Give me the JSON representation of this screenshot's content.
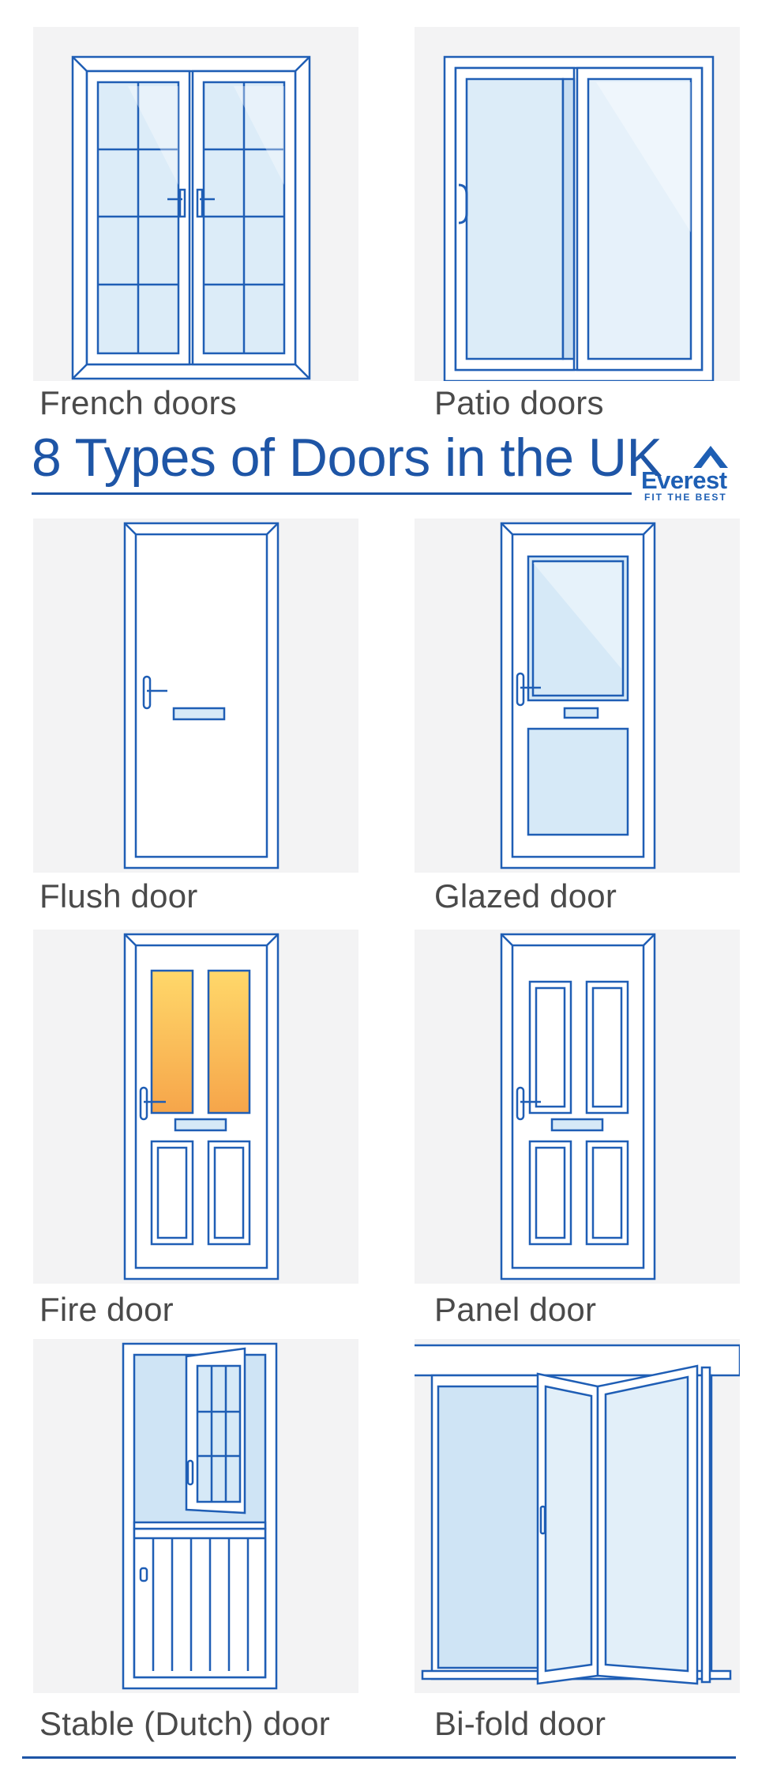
{
  "title": "8 Types of Doors in the UK",
  "logo": {
    "name": "Everest",
    "tagline": "FIT THE BEST",
    "icon": "mountain-peak-icon"
  },
  "colors": {
    "accent": "#1e55a6",
    "frame": "#1f5eb5",
    "glass": "#d6e9f7",
    "tile_bg": "#f3f3f4",
    "fire_glass_top": "#ffd86a",
    "fire_glass_bottom": "#f6a54a"
  },
  "doors": [
    {
      "id": "french",
      "label": "French doors"
    },
    {
      "id": "patio",
      "label": "Patio doors"
    },
    {
      "id": "flush",
      "label": "Flush door"
    },
    {
      "id": "glazed",
      "label": "Glazed door"
    },
    {
      "id": "fire",
      "label": "Fire door"
    },
    {
      "id": "panel",
      "label": "Panel door"
    },
    {
      "id": "stable",
      "label": "Stable (Dutch) door"
    },
    {
      "id": "bifold",
      "label": "Bi-fold door"
    }
  ]
}
